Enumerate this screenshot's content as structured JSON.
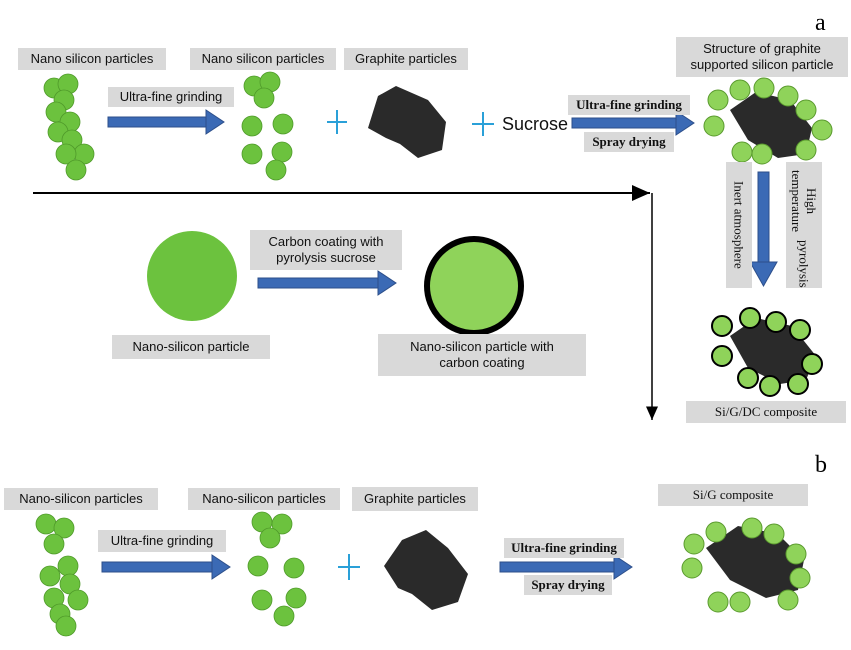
{
  "panels": {
    "a": "a",
    "b": "b"
  },
  "a": {
    "nano_silicon_1": "Nano silicon particles",
    "grinding_1": "Ultra-fine grinding",
    "nano_silicon_2": "Nano silicon particles",
    "graphite": "Graphite particles",
    "sucrose": "Sucrose",
    "grinding_2": "Ultra-fine grinding",
    "spray_drying": "Spray drying",
    "structure_line1": "Structure of graphite",
    "structure_line2": "supported silicon particle",
    "inert": "Inert atmosphere",
    "pyrolysis_line1": "High temperature",
    "pyrolysis_line2": "pyrolysis",
    "coating_line1": "Carbon coating with",
    "coating_line2": "pyrolysis sucrose",
    "nano_particle": "Nano-silicon particle",
    "coated_line1": "Nano-silicon particle with",
    "coated_line2": "carbon coating",
    "composite": "Si/G/DC composite"
  },
  "b": {
    "nano_silicon_1": "Nano-silicon particles",
    "grinding_1": "Ultra-fine grinding",
    "nano_silicon_2": "Nano-silicon particles",
    "graphite": "Graphite particles",
    "grinding_2": "Ultra-fine grinding",
    "spray_drying": "Spray drying",
    "composite": "Si/G composite"
  },
  "colors": {
    "silicon": "#6cc23e",
    "silicon_light": "#8fd35a",
    "graphite": "#2a2a2a",
    "arrow": "#3b6ab5",
    "plus": "#2aa0d8",
    "label_bg": "#d9d9d9"
  }
}
